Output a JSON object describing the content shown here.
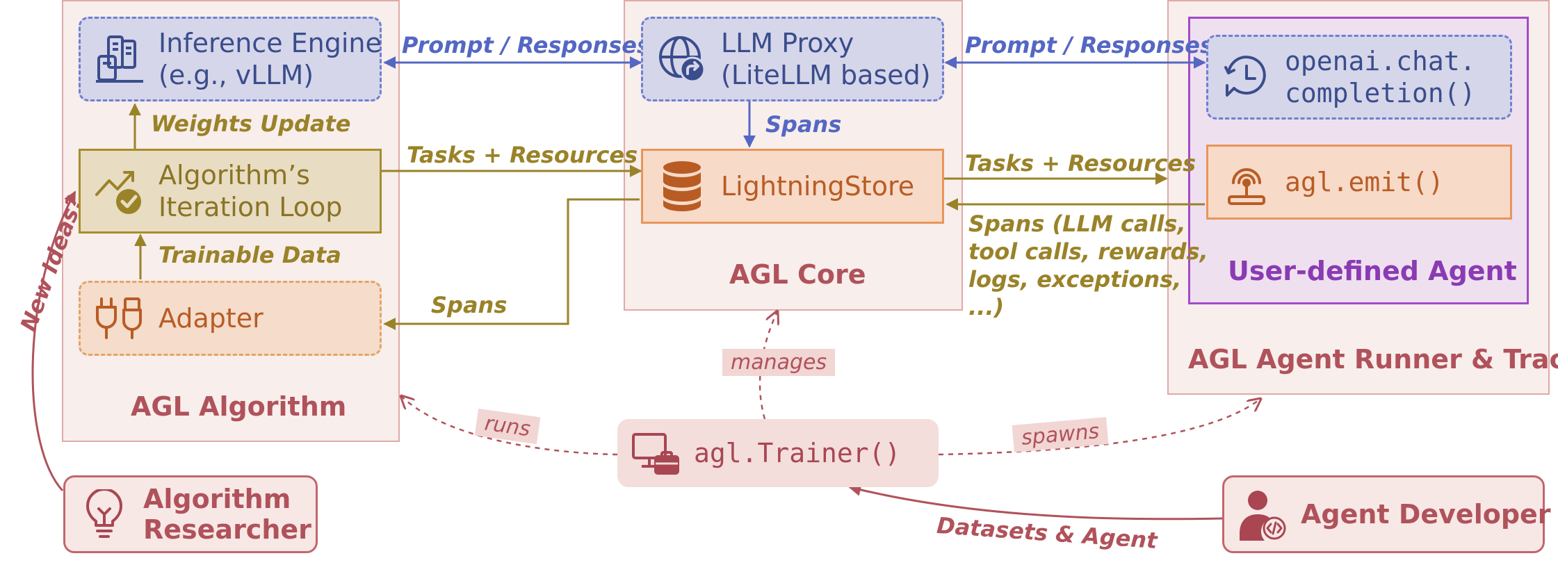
{
  "groups": {
    "algorithm": {
      "title": "AGL Algorithm"
    },
    "core": {
      "title": "AGL Core"
    },
    "runner": {
      "title": "AGL Agent Runner & Tracer"
    }
  },
  "components": {
    "inference_engine": {
      "line1": "Inference Engine",
      "line2": "(e.g., vLLM)"
    },
    "iteration_loop": {
      "line1": "Algorithm’s",
      "line2": "Iteration Loop"
    },
    "adapter": {
      "label": "Adapter"
    },
    "llm_proxy": {
      "line1": "LLM Proxy",
      "line2": "(LiteLLM based)"
    },
    "lightning_store": {
      "label": "LightningStore"
    },
    "openai_call": {
      "line1": "openai.chat.",
      "line2": "completion()"
    },
    "agl_emit": {
      "label": "agl.emit()"
    },
    "user_agent": {
      "label": "User-defined Agent"
    },
    "trainer": {
      "label": "agl.Trainer()"
    },
    "algorithm_researcher": {
      "line1": "Algorithm",
      "line2": "Researcher"
    },
    "agent_developer": {
      "label": "Agent Developer"
    }
  },
  "edges": {
    "prompt_responses_left": "Prompt / Responses",
    "prompt_responses_right": "Prompt / Responses",
    "weights_update": "Weights Update",
    "trainable_data": "Trainable Data",
    "tasks_resources_left": "Tasks + Resources",
    "tasks_resources_right": "Tasks + Resources",
    "spans_proxy": "Spans",
    "spans_adapter": "Spans",
    "spans_runner": [
      "Spans (LLM calls,",
      "tool calls, rewards,",
      "logs, exceptions,",
      "...)"
    ],
    "new_ideas": "New Ideas?",
    "datasets_agent": "Datasets & Agent",
    "runs": "runs",
    "manages": "manages",
    "spawns": "spawns"
  },
  "colors": {
    "blue": "#5467c4",
    "olive": "#9a8228",
    "orange": "#e8955a",
    "rose": "#b0525b",
    "purple": "#a24bc8"
  },
  "icons": {
    "inference_engine": "server-icon",
    "iteration_loop": "trend-check-icon",
    "adapter": "plug-icon",
    "llm_proxy": "globe-arrow-icon",
    "lightning_store": "database-icon",
    "openai_call": "history-chat-icon",
    "agl_emit": "broadcast-icon",
    "trainer": "monitor-toolbox-icon",
    "algorithm_researcher": "lightbulb-icon",
    "agent_developer": "user-code-icon"
  }
}
